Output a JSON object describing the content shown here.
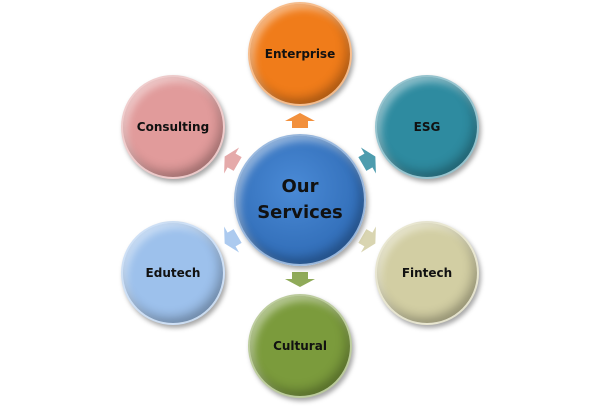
{
  "center": {
    "label_line1": "Our",
    "label_line2": "Services"
  },
  "services": [
    {
      "label": "Enterprise",
      "color": "#f07c1a"
    },
    {
      "label": "ESG",
      "color": "#2e8ba0"
    },
    {
      "label": "Fintech",
      "color": "#d2cea3"
    },
    {
      "label": "Cultural",
      "color": "#7b9b3c"
    },
    {
      "label": "Edutech",
      "color": "#9dc1ec"
    },
    {
      "label": "Consulting",
      "color": "#e19b9b"
    }
  ]
}
